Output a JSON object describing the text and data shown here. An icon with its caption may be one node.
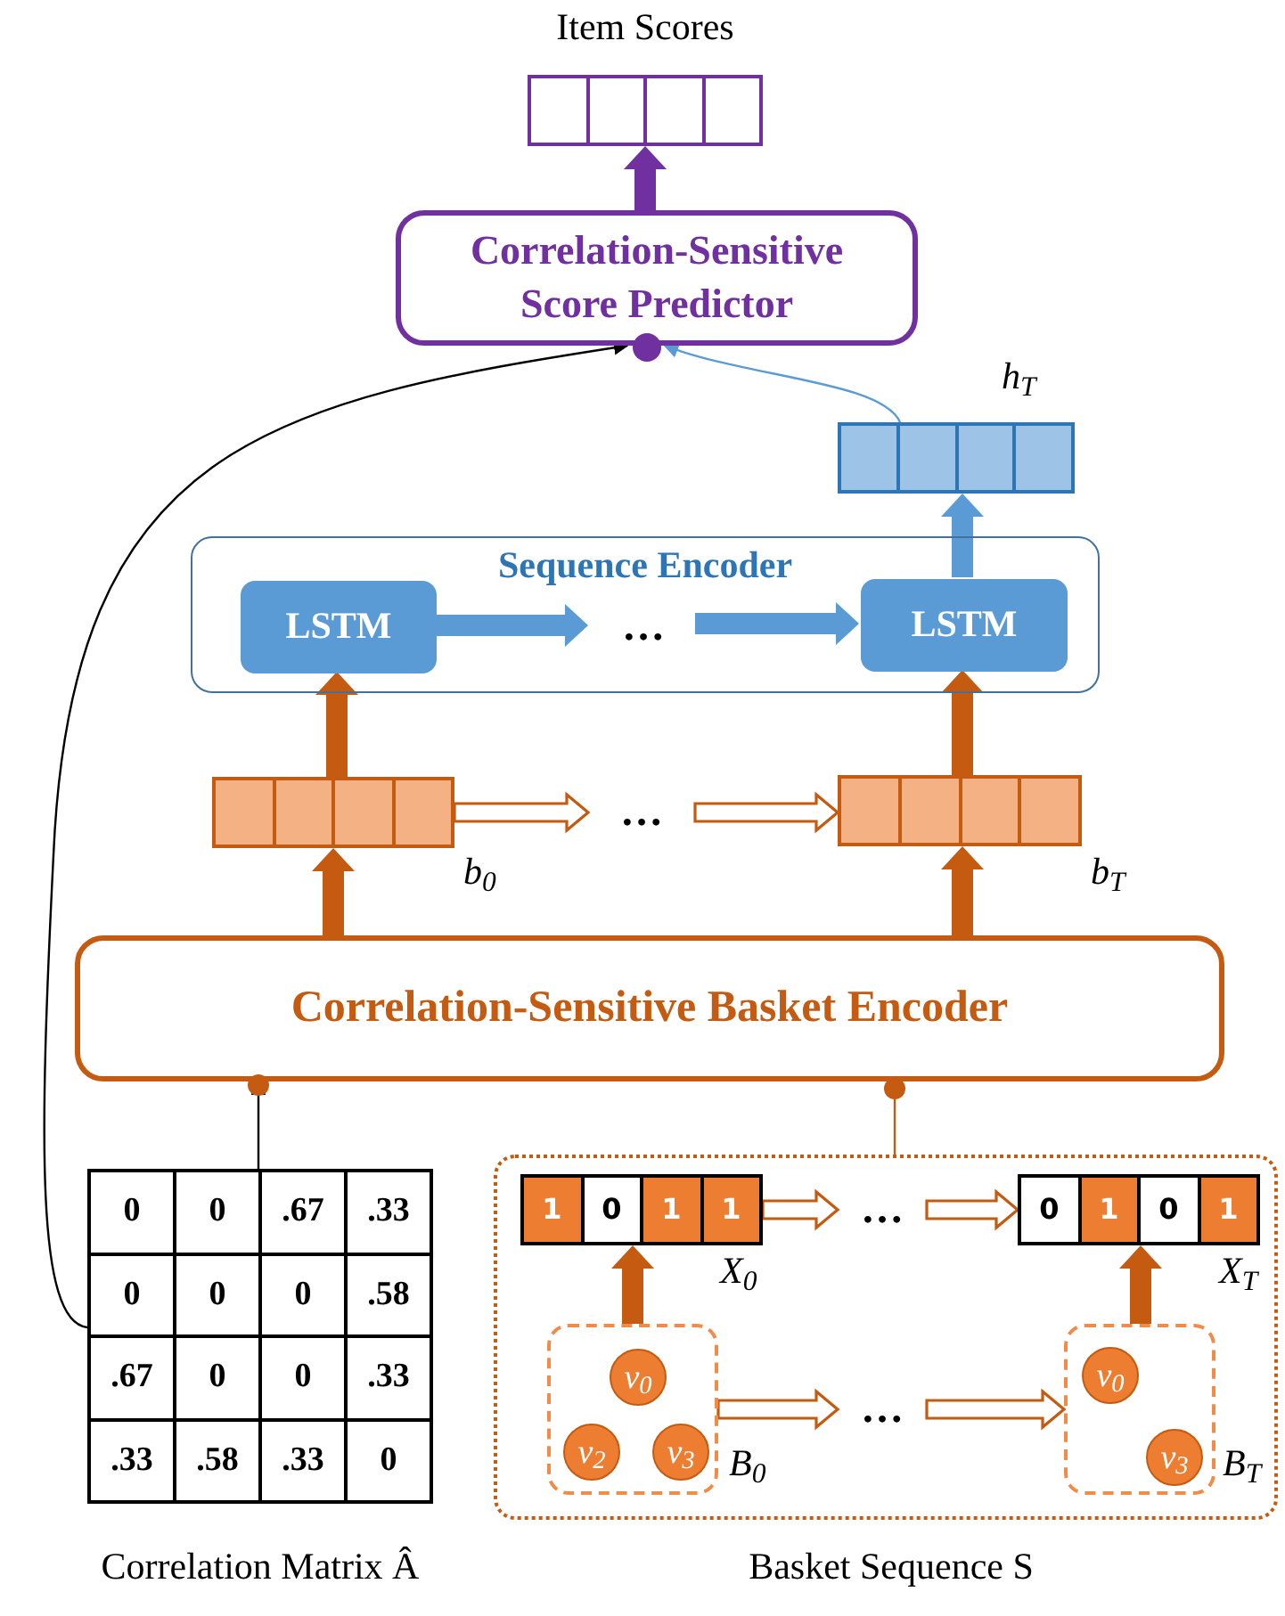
{
  "diagram": {
    "nodes": [
      {
        "text": [
          "Item Scores"
        ]
      },
      {
        "text": [
          "Correlation-Sensitive Score Predictor"
        ]
      },
      {
        "text": [],
        "shape": "bar",
        "beside": [
          "h$_{T}$"
        ]
      },
      {
        "text": [
          "Sequence Encoder"
        ]
      },
      {
        "text": [
          "LSTM"
        ],
        "in": 3
      },
      {
        "text": [
          "LSTM"
        ],
        "in": 3
      },
      {
        "text": [
          "…"
        ],
        "in": 3
      },
      {
        "text": [],
        "shape": "bar",
        "beside": [
          "b$_{0}$"
        ]
      },
      {
        "text": [
          "…"
        ]
      },
      {
        "text": [],
        "shape": "bar",
        "beside": [
          "b$_{T}$"
        ]
      },
      {
        "text": [
          "Correlation-Sensitive Basket Encoder"
        ]
      },
      {
        "text": [
          "0",
          "0",
          ".67",
          ".33",
          "0",
          "0",
          "0",
          ".58",
          ".67",
          "0",
          "0",
          ".33",
          ".33",
          ".58",
          ".33",
          "0",
          "Correlation Matrix Â"
        ]
      },
      {
        "text": [
          "Basket Sequence S"
        ]
      },
      {
        "text": [
          "1",
          "0",
          "1",
          "1"
        ],
        "in": 12,
        "beside": [
          "X$_{0}$"
        ]
      },
      {
        "text": [
          "…"
        ],
        "in": 12
      },
      {
        "text": [
          "0",
          "1",
          "0",
          "1"
        ],
        "in": 12,
        "beside": [
          "X$_{T}$"
        ]
      },
      {
        "text": [],
        "shape": "box",
        "in": 12,
        "beside": [
          "B$_{0}$"
        ]
      },
      {
        "text": [
          "v$_{0}$"
        ],
        "in": 16
      },
      {
        "text": [
          "v$_{2}$"
        ],
        "in": 16
      },
      {
        "text": [
          "v$_{3}$"
        ],
        "in": 16
      },
      {
        "text": [
          "…"
        ],
        "in": 12
      },
      {
        "text": [],
        "shape": "box",
        "in": 12,
        "beside": [
          "B$_{T}$"
        ]
      },
      {
        "text": [
          "v$_{0}$"
        ],
        "in": 21
      },
      {
        "text": [
          "v$_{3}$"
        ],
        "in": 21
      }
    ],
    "edges": [
      {
        "from": 10,
        "to": 7,
        "arrow": "to",
        "style": "thick"
      },
      {
        "from": 7,
        "to": 4,
        "arrow": "to",
        "style": "thick"
      },
      {
        "from": 10,
        "to": 9,
        "arrow": "to",
        "style": "thick"
      },
      {
        "from": 9,
        "to": 5,
        "arrow": "to",
        "style": "thick"
      },
      {
        "from": 4,
        "to": 6,
        "arrow": "to",
        "style": "thick",
        "color": "#5b9bd5"
      },
      {
        "from": 6,
        "to": 5,
        "arrow": "to",
        "style": "thick",
        "color": "#5b9bd5"
      },
      {
        "from": 5,
        "to": 2,
        "arrow": "to",
        "style": "thick",
        "color": "#5b9bd5"
      },
      {
        "from": 2,
        "to": 1,
        "arrow": "to",
        "color": "#5b9bd5"
      },
      {
        "from": 1,
        "to": 0,
        "arrow": "to",
        "style": "thick",
        "color": "#7030a0"
      },
      {
        "from": 7,
        "to": 8,
        "arrow": "to"
      },
      {
        "from": 8,
        "to": 9,
        "arrow": "to"
      },
      {
        "from": 11,
        "to": 10,
        "arrow": "to",
        "color": "#000000"
      },
      {
        "from": 11,
        "to": 1,
        "arrow": "to",
        "color": "#000000"
      },
      {
        "from": 12,
        "to": 10,
        "arrow": "to",
        "color": "#c55a11"
      },
      {
        "from": 13,
        "to": 14,
        "arrow": "to"
      },
      {
        "from": 14,
        "to": 15,
        "arrow": "to"
      },
      {
        "from": 16,
        "to": 13,
        "arrow": "to",
        "style": "thick"
      },
      {
        "from": 21,
        "to": 15,
        "arrow": "to",
        "style": "thick"
      },
      {
        "from": 16,
        "to": 20,
        "arrow": "to"
      },
      {
        "from": 20,
        "to": 21,
        "arrow": "to"
      }
    ]
  }
}
